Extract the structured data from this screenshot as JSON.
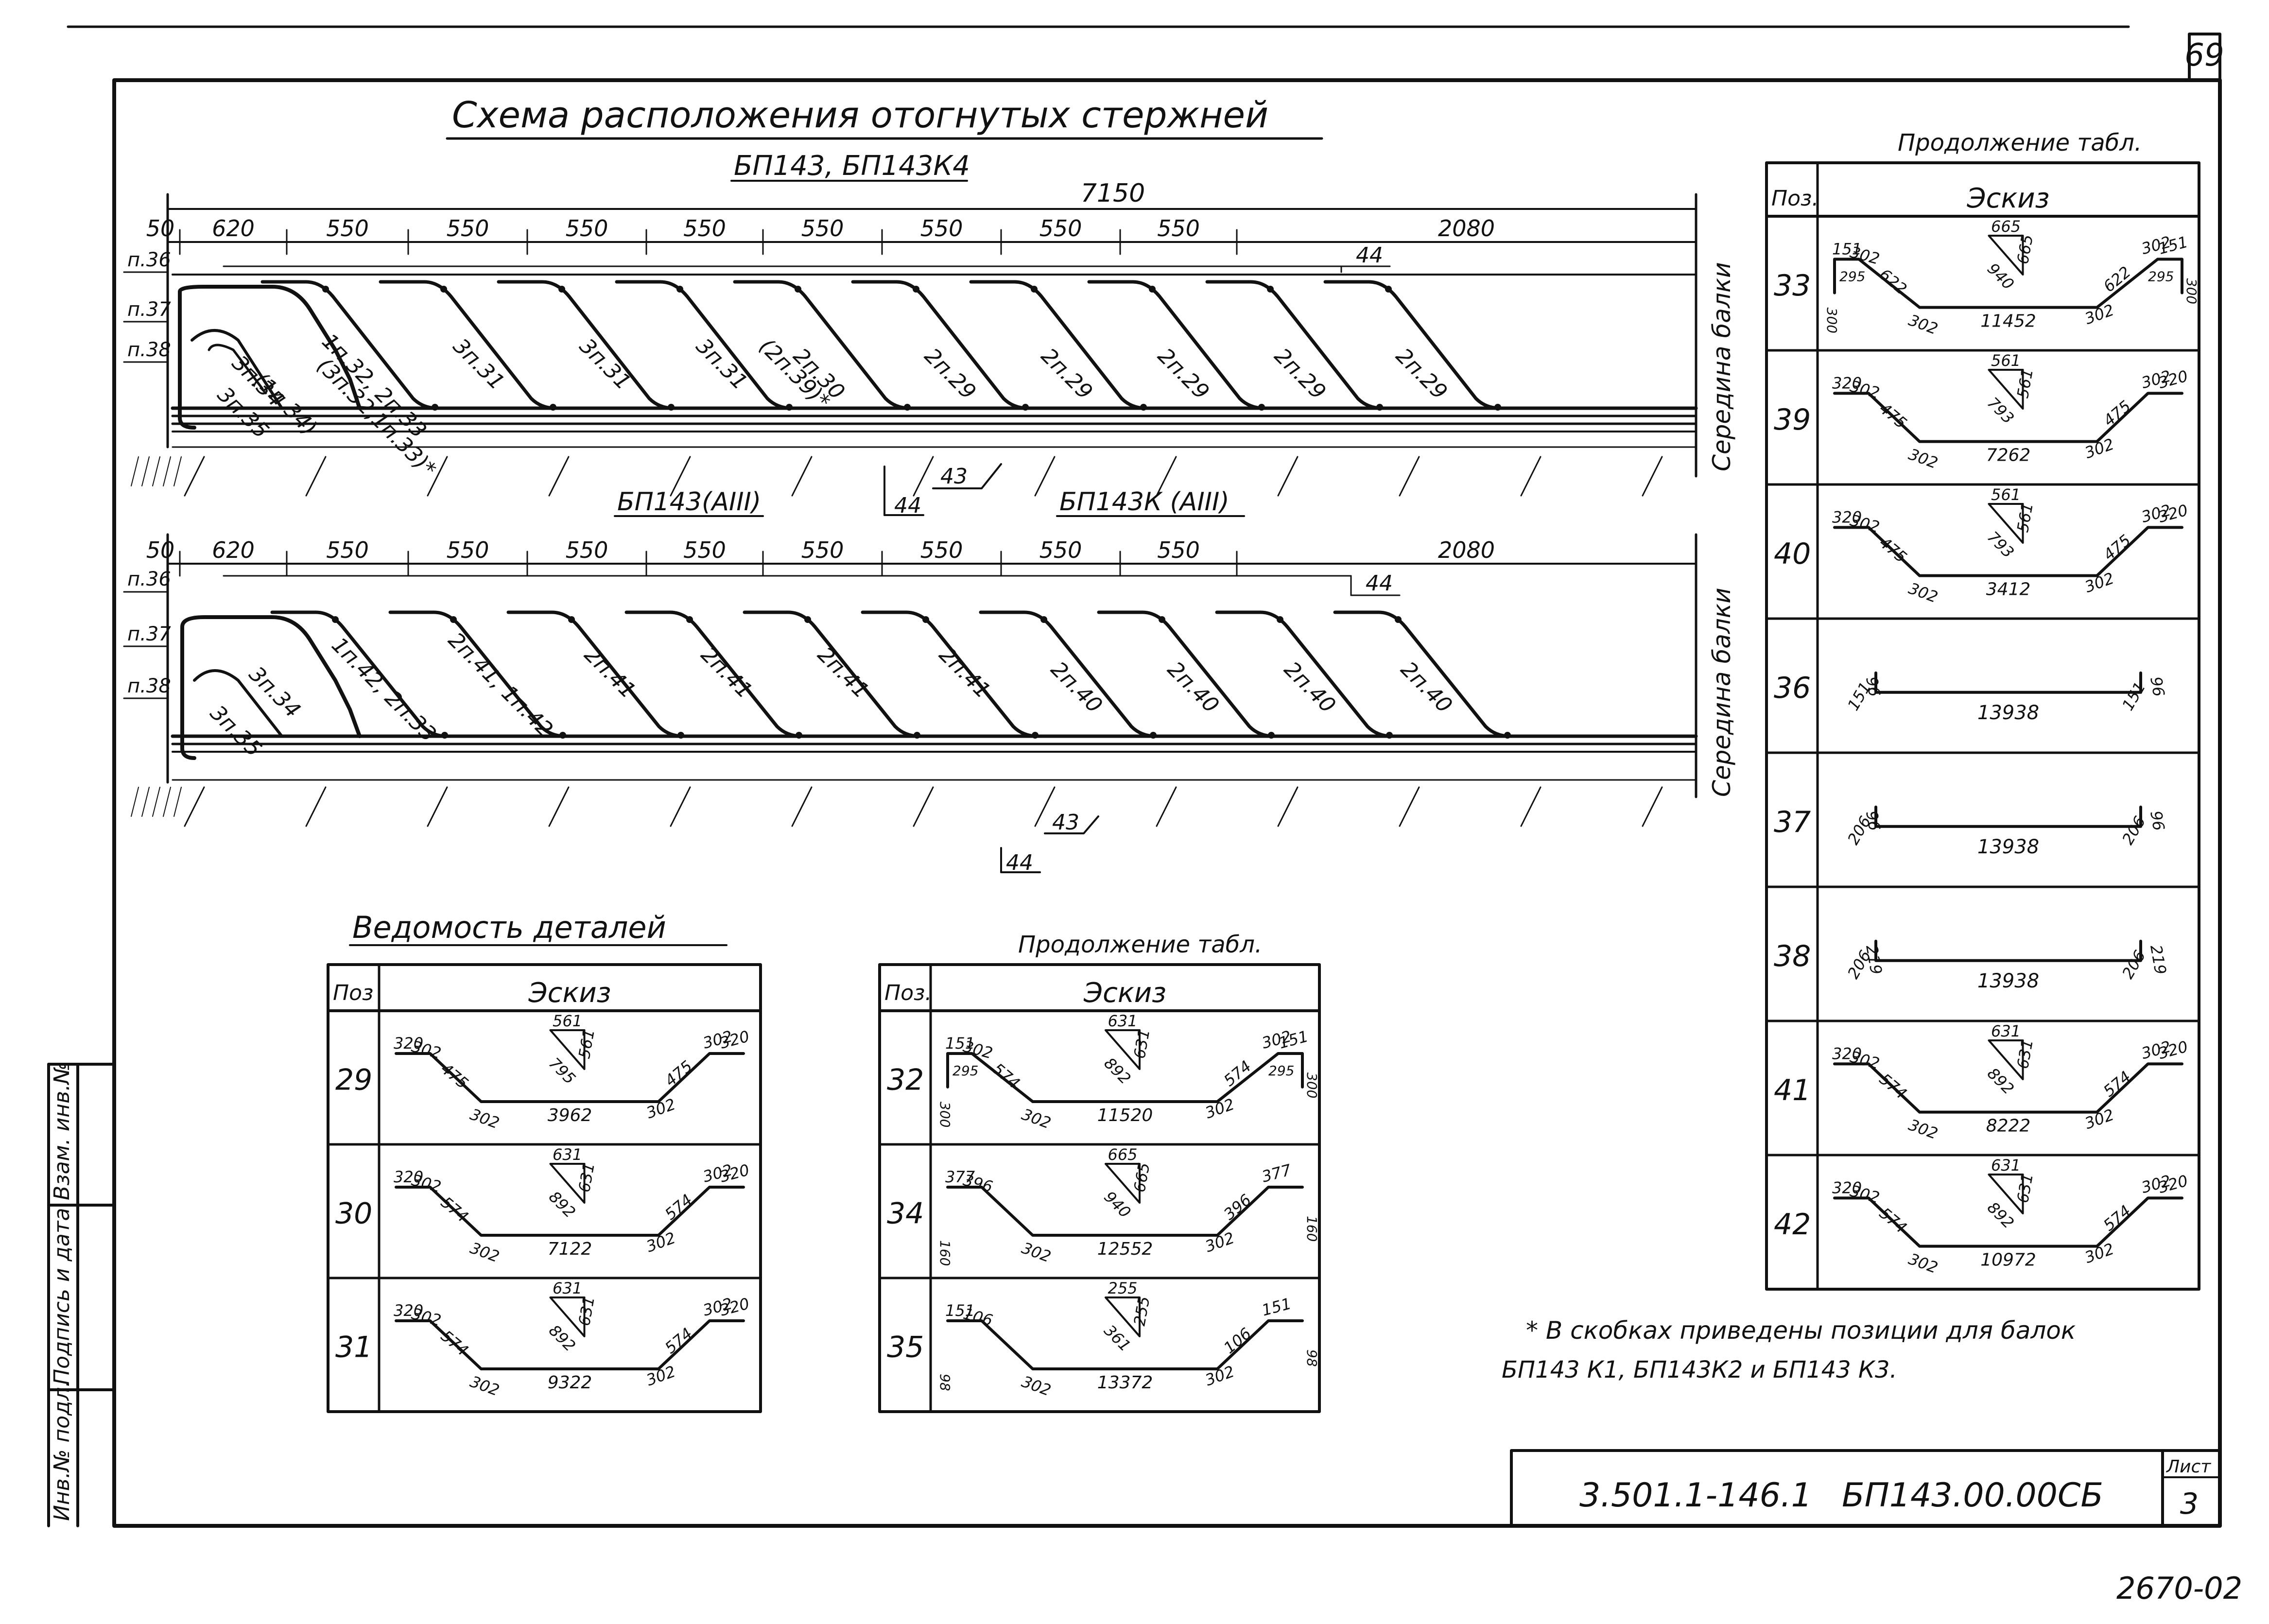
{
  "sheet": {
    "page_no": "69",
    "list_label": "Лист",
    "list_no": "3",
    "doc_code": "3.501.1-146.1",
    "doc_name": "БП143.00.00СБ",
    "stamp": "2670-02"
  },
  "side_stamp": [
    "Инв.№ подл.",
    "Подпись и дата",
    "Взам. инв.№"
  ],
  "title": "Схема расположения отогнутых стержней",
  "diagram1": {
    "label": "БП143, БП143К4",
    "total": "7150",
    "dims": [
      "50",
      "620",
      "550",
      "550",
      "550",
      "550",
      "550",
      "550",
      "550",
      "550",
      "2080"
    ],
    "left_labels": [
      "п.36",
      "п.37",
      "п.38"
    ],
    "bar_labels": [
      "(1п.34)",
      "3п.34",
      "3п.35",
      "(3п.32,1п.33)*",
      "1п.32, 2п.33",
      "3п.31",
      "3п.31",
      "3п.31",
      "(2п.39)*",
      "2п.30",
      "2п.29",
      "2п.29",
      "2п.29",
      "2п.29",
      "2п.29"
    ],
    "marks": [
      "44",
      "43",
      "44"
    ],
    "side": "Середина балки"
  },
  "diagram2": {
    "labels": [
      "БП143(АIII)",
      "БП143К (АIII)"
    ],
    "dims": [
      "50",
      "620",
      "550",
      "550",
      "550",
      "550",
      "550",
      "550",
      "550",
      "550",
      "2080"
    ],
    "left_labels": [
      "п.36",
      "п.37",
      "п.38"
    ],
    "bar_labels": [
      "3п.34",
      "3п.35",
      "1п.42, 2п.33",
      "2п.41, 1п.42",
      "2п.41",
      "2п.41",
      "2п.41",
      "2п.41",
      "2п.40",
      "2п.40",
      "2п.40",
      "2п.40"
    ],
    "marks": [
      "44",
      "43",
      "44"
    ],
    "side": "Середина балки"
  },
  "table1": {
    "title": "Ведомость деталей",
    "header": [
      "Поз",
      "Эскиз"
    ],
    "rows": [
      {
        "pos": "29",
        "type": "bend",
        "top": [
          "320",
          "302",
          "475",
          "475",
          "302",
          "320"
        ],
        "tri": [
          "561",
          "795",
          "561"
        ],
        "bottom": [
          "302",
          "3962",
          "302"
        ]
      },
      {
        "pos": "30",
        "type": "bend",
        "top": [
          "320",
          "302",
          "574",
          "574",
          "302",
          "320"
        ],
        "tri": [
          "631",
          "892",
          "631"
        ],
        "bottom": [
          "302",
          "7122",
          "302"
        ]
      },
      {
        "pos": "31",
        "type": "bend",
        "top": [
          "320",
          "302",
          "574",
          "574",
          "302",
          "320"
        ],
        "tri": [
          "631",
          "892",
          "631"
        ],
        "bottom": [
          "302",
          "9322",
          "302"
        ]
      }
    ]
  },
  "table2": {
    "title": "Продолжение табл.",
    "header": [
      "Поз.",
      "Эскиз"
    ],
    "rows": [
      {
        "pos": "32",
        "type": "hook",
        "top": [
          "151",
          "302",
          "574",
          "574",
          "302",
          "151"
        ],
        "tri": [
          "631",
          "892",
          "631"
        ],
        "bottom": [
          "302",
          "11520",
          "302"
        ],
        "sides": [
          "295",
          "300",
          "295",
          "300"
        ]
      },
      {
        "pos": "34",
        "type": "bend",
        "top": [
          "377",
          "396",
          "",
          "396",
          "377",
          ""
        ],
        "tri": [
          "665",
          "940",
          "665"
        ],
        "bottom": [
          "302",
          "12552",
          "302"
        ],
        "sides": [
          "160",
          "160"
        ]
      },
      {
        "pos": "35",
        "type": "bend",
        "top": [
          "151",
          "106",
          "",
          "106",
          "151",
          ""
        ],
        "tri": [
          "255",
          "361",
          "255"
        ],
        "bottom": [
          "302",
          "13372",
          "302"
        ],
        "sides": [
          "98",
          "98"
        ]
      }
    ]
  },
  "table3": {
    "title": "Продолжение табл.",
    "header": [
      "Поз.",
      "Эскиз"
    ],
    "rows": [
      {
        "pos": "33",
        "type": "hook",
        "top": [
          "151",
          "302",
          "622",
          "622",
          "302",
          "151"
        ],
        "tri": [
          "665",
          "940",
          "665"
        ],
        "bottom": [
          "302",
          "11452",
          "302"
        ],
        "sides": [
          "295",
          "300",
          "295",
          "300"
        ]
      },
      {
        "pos": "39",
        "type": "bend",
        "top": [
          "320",
          "302",
          "475",
          "475",
          "302",
          "320"
        ],
        "tri": [
          "561",
          "793",
          "561"
        ],
        "bottom": [
          "302",
          "7262",
          "302"
        ]
      },
      {
        "pos": "40",
        "type": "bend",
        "top": [
          "320",
          "302",
          "475",
          "475",
          "302",
          "320"
        ],
        "tri": [
          "561",
          "793",
          "561"
        ],
        "bottom": [
          "302",
          "3412",
          "302"
        ]
      },
      {
        "pos": "36",
        "type": "straight",
        "value": "13938",
        "ends": [
          "96",
          "151",
          "96",
          "151"
        ]
      },
      {
        "pos": "37",
        "type": "straight",
        "value": "13938",
        "ends": [
          "96",
          "206",
          "96",
          "206"
        ]
      },
      {
        "pos": "38",
        "type": "straight",
        "value": "13938",
        "ends": [
          "219",
          "206",
          "219",
          "206"
        ]
      },
      {
        "pos": "41",
        "type": "bend",
        "top": [
          "320",
          "302",
          "574",
          "574",
          "302",
          "320"
        ],
        "tri": [
          "631",
          "892",
          "631"
        ],
        "bottom": [
          "302",
          "8222",
          "302"
        ]
      },
      {
        "pos": "42",
        "type": "bend",
        "top": [
          "320",
          "302",
          "574",
          "574",
          "302",
          "320"
        ],
        "tri": [
          "631",
          "892",
          "631"
        ],
        "bottom": [
          "302",
          "10972",
          "302"
        ]
      }
    ]
  },
  "note": [
    "* В скобках приведены позиции для балок",
    "БП143 К1, БП143К2 и БП143 К3."
  ]
}
